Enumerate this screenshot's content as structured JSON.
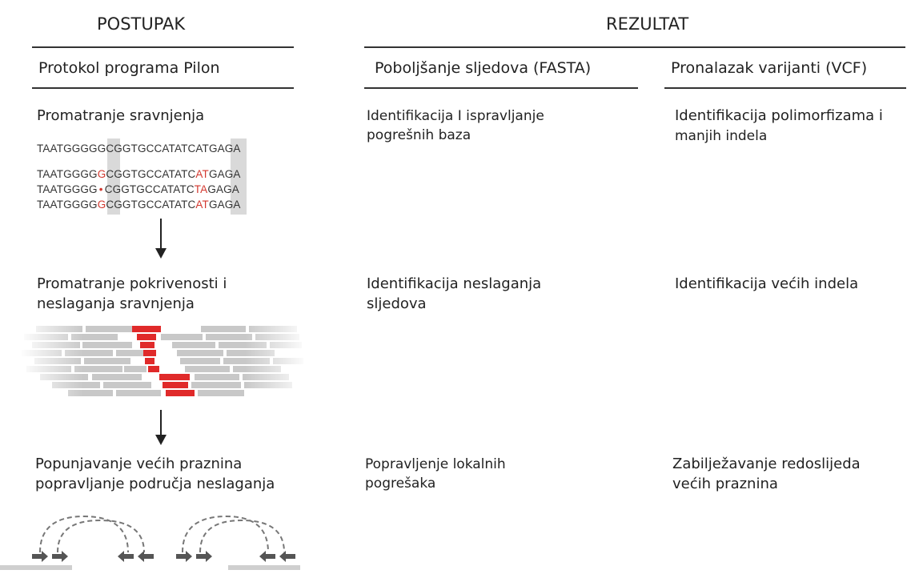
{
  "headers": {
    "left": "POSTUPAK",
    "right": "REZULTAT"
  },
  "subheaders": {
    "protocol": "Protokol programa Pilon",
    "fasta": "Poboljšanje sljedova (FASTA)",
    "vcf": "Pronalazak varijanti (VCF)"
  },
  "steps": [
    {
      "line1": "Promatranje sravnjenja",
      "line2": "",
      "fasta_line1": "Identifikacija I ispravljanje",
      "fasta_line2": "pogrešnih baza",
      "vcf_line1": "Identifikacija polimorfizama i",
      "vcf_line2": "manjih indela"
    },
    {
      "line1": "Promatranje pokrivenosti i",
      "line2": "neslaganja sravnjenja",
      "fasta_line1": "Identifikacija neslaganja",
      "fasta_line2": "sljedova",
      "vcf_line1": "Identifikacija većih indela",
      "vcf_line2": ""
    },
    {
      "line1": "Popunjavanje većih praznina",
      "line2": "popravljanje područja neslaganja",
      "fasta_line1": "Popravljenje lokalnih",
      "fasta_line2": "pogrešaka",
      "vcf_line1": "Zabilježavanje redoslijeda",
      "vcf_line2": "većih praznina"
    }
  ],
  "alignment": {
    "reference": {
      "a": "TAATGGGG",
      "b": "G",
      "c": "CGGTGCCATATC",
      "d": "AT",
      "e": "GAGA"
    },
    "reads": [
      {
        "a": "TAATGGGG",
        "b": "G",
        "c": "CGGTGCCATATC",
        "d": "AT",
        "e": "GAGA"
      },
      {
        "a": "TAATGGGG",
        "b": "•",
        "c": "CGGTGCCATATC",
        "d": "TA",
        "e": "GAGA"
      },
      {
        "a": "TAATGGGG",
        "b": "G",
        "c": "CGGTGCCATATC",
        "d": "AT",
        "e": "GAGA"
      }
    ]
  },
  "colors": {
    "mismatch": "#d3382f",
    "highlight": "#d9d9d9",
    "read_gray": "#c8c8c8",
    "read_red": "#e02a2a",
    "arrow": "#555555"
  }
}
